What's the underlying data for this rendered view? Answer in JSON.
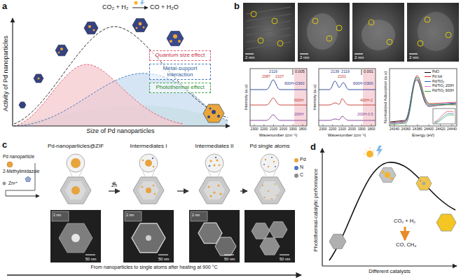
{
  "diagram": {
    "nodes": [
      {
        "text": [
          "Quantum size effect"
        ]
      },
      {
        "text": [
          "Metal-support interaction"
        ]
      },
      {
        "text": [
          "Photothermal effect"
        ]
      },
      {
        "text": [
          "Pd-nanoparticles@ZIF"
        ]
      },
      {
        "text": [
          "Intermediates I"
        ]
      },
      {
        "text": [
          "Intermediates II"
        ]
      },
      {
        "text": [
          "Pd single atoms"
        ]
      }
    ],
    "edges": [
      {
        "from": 3,
        "to": 4,
        "arrow": "to",
        "label": "Zn"
      },
      {
        "from": 4,
        "to": 5,
        "arrow": "to"
      },
      {
        "from": 5,
        "to": 6,
        "arrow": "to"
      }
    ],
    "labels": [
      "a",
      "CO₂ + H₂",
      "CO + H₂O",
      "Activity of Pd nanoparticles",
      "Size of Pd nanoparticles",
      "b",
      "2 nm",
      "2 nm",
      "2 nm",
      "2 nm",
      "2119",
      "2087",
      "2107",
      "0.005",
      "600H-O300",
      "600H",
      "200H",
      "Intensity (a.u)",
      "Wavenumber (cm⁻¹)",
      "2300",
      "2200",
      "2100",
      "2000",
      "1900",
      "1800",
      "2139",
      "2119",
      "2101",
      "0.001",
      "600H-O300",
      "400H-2",
      "200H-0.5",
      "Intensity (a.u)",
      "Wavenumber (cm⁻¹)",
      "2300",
      "2200",
      "2100",
      "2000",
      "1900",
      "1800",
      "Normalized Adsorption (a.u)",
      "Energy (eV)",
      "24340",
      "24360",
      "24380",
      "24400",
      "24420",
      "24440",
      "c",
      "Pd nanoparticle",
      "2-Methylimidazole",
      "Zn²⁺",
      "2 nm",
      "2 nm",
      "2 nm",
      "50 nm",
      "50 nm",
      "50 nm",
      "50 nm",
      "From nanoparticles to single atoms after heating at 900 °C",
      "d",
      "Photothermal-catalytic performance",
      "Different catalysts",
      "CO₂ + H₂",
      "CO, CH₄"
    ],
    "legend": [
      {
        "text": "PdO"
      },
      {
        "text": "Pd foil"
      },
      {
        "text": "Pd/TiO₂"
      },
      {
        "text": "Pd/TiO₂ 200H"
      },
      {
        "text": "Pd/TiO₂ 600H"
      },
      {
        "text": "Pd",
        "color": "#e8a33d"
      },
      {
        "text": "N",
        "color": "#4f74c4"
      },
      {
        "text": "C",
        "color": "#8c8c8c"
      }
    ]
  }
}
